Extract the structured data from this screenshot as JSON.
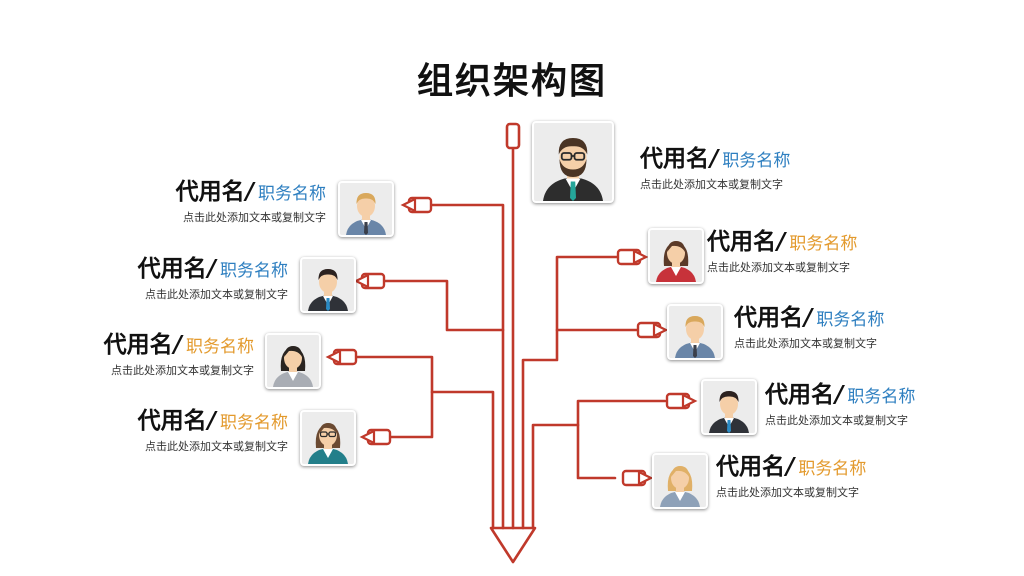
{
  "title": "组织架构图",
  "colors": {
    "line": "#c0392b",
    "blue": "#2e7fc0",
    "orange": "#e39a2d"
  },
  "people": [
    {
      "name": "代用名",
      "slash": "/",
      "role": "职务名称",
      "role_color": "#2e7fc0",
      "desc": "点击此处添加文本或复制文字",
      "avatar": "man-beard-glasses-avatar",
      "side": "right"
    },
    {
      "name": "代用名",
      "slash": "/",
      "role": "职务名称",
      "role_color": "#2e7fc0",
      "desc": "点击此处添加文本或复制文字",
      "avatar": "man-blond-avatar",
      "side": "left"
    },
    {
      "name": "代用名",
      "slash": "/",
      "role": "职务名称",
      "role_color": "#2e7fc0",
      "desc": "点击此处添加文本或复制文字",
      "avatar": "man-dark-hair-avatar",
      "side": "left"
    },
    {
      "name": "代用名",
      "slash": "/",
      "role": "职务名称",
      "role_color": "#e39a2d",
      "desc": "点击此处添加文本或复制文字",
      "avatar": "woman-short-hair-avatar",
      "side": "left"
    },
    {
      "name": "代用名",
      "slash": "/",
      "role": "职务名称",
      "role_color": "#e39a2d",
      "desc": "点击此处添加文本或复制文字",
      "avatar": "woman-glasses-avatar",
      "side": "left"
    },
    {
      "name": "代用名",
      "slash": "/",
      "role": "职务名称",
      "role_color": "#e39a2d",
      "desc": "点击此处添加文本或复制文字",
      "avatar": "woman-brown-hair-avatar",
      "side": "right"
    },
    {
      "name": "代用名",
      "slash": "/",
      "role": "职务名称",
      "role_color": "#2e7fc0",
      "desc": "点击此处添加文本或复制文字",
      "avatar": "man-blond-avatar",
      "side": "right"
    },
    {
      "name": "代用名",
      "slash": "/",
      "role": "职务名称",
      "role_color": "#2e7fc0",
      "desc": "点击此处添加文本或复制文字",
      "avatar": "man-dark-hair-avatar",
      "side": "right"
    },
    {
      "name": "代用名",
      "slash": "/",
      "role": "职务名称",
      "role_color": "#e39a2d",
      "desc": "点击此处添加文本或复制文字",
      "avatar": "woman-blonde-avatar",
      "side": "right"
    }
  ]
}
